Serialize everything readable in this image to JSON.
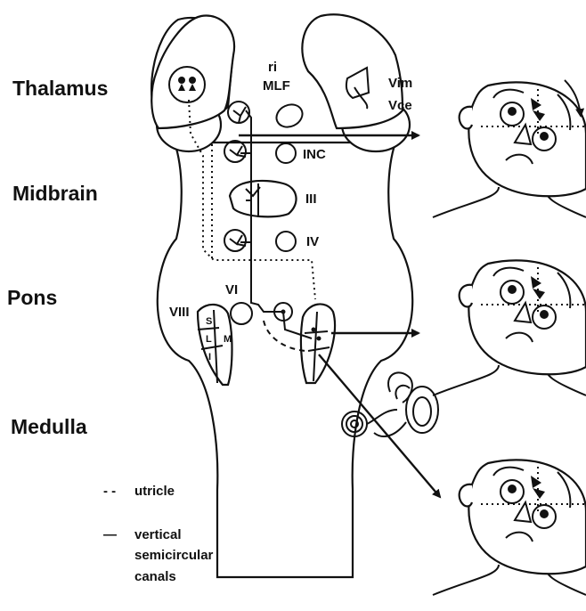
{
  "regions": {
    "thalamus": "Thalamus",
    "midbrain": "Midbrain",
    "pons": "Pons",
    "medulla": "Medulla"
  },
  "nuclei": {
    "ri": "ri",
    "mlf": "MLF",
    "vim": "Vim",
    "vce": "Vce",
    "inc": "INC",
    "iii": "III",
    "iv": "IV",
    "vi": "VI",
    "viii": "VIII",
    "s": "S",
    "l": "L",
    "m": "M",
    "i": "I"
  },
  "legend": {
    "utricle_marker": "- -",
    "utricle": "utricle",
    "canals_marker": "—",
    "canals_line1": "vertical",
    "canals_line2": "semicircular",
    "canals_line3": "canals"
  }
}
